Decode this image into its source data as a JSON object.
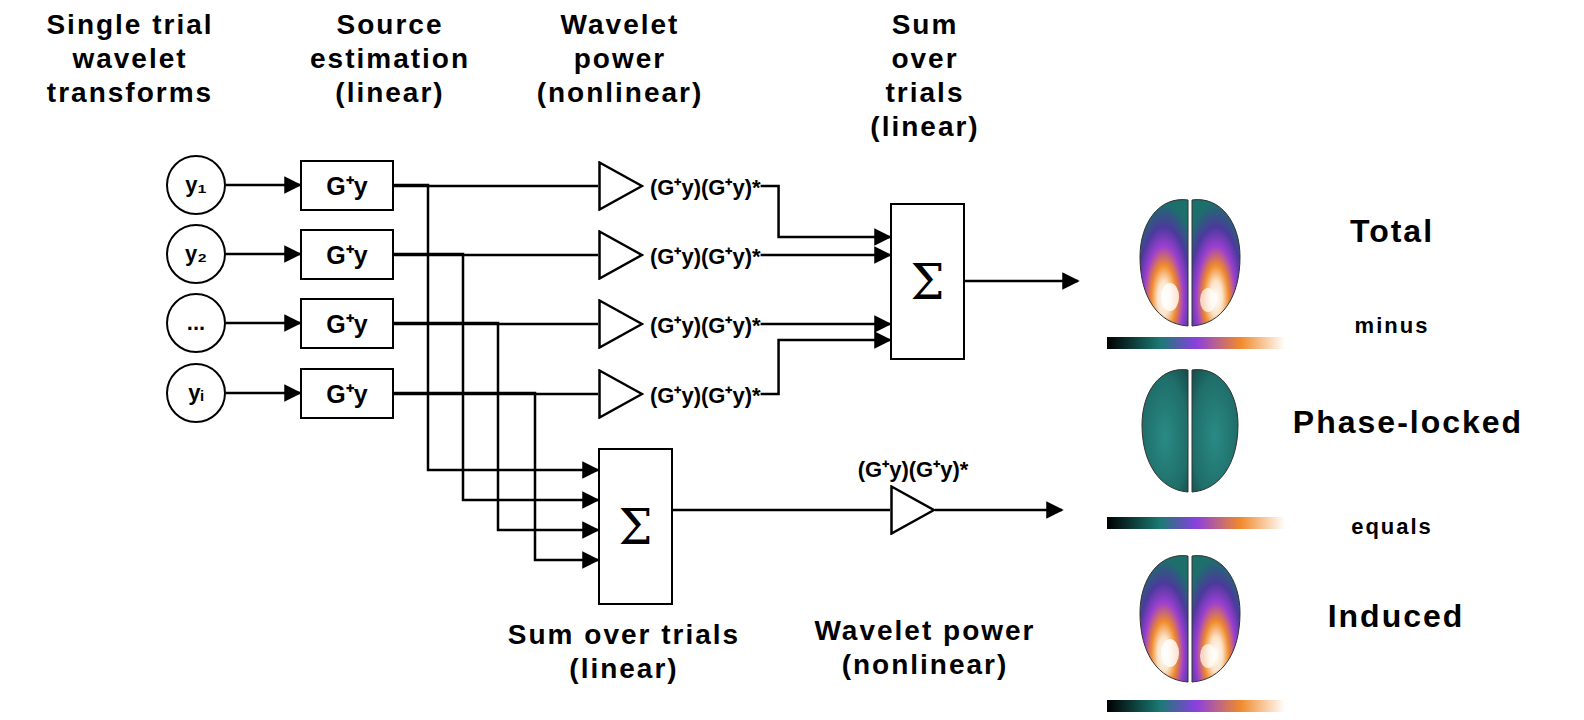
{
  "diagram": {
    "nodes": [
      {
        "text": [
          "y₁"
        ]
      },
      {
        "text": [
          "y₂"
        ]
      },
      {
        "text": [
          "..."
        ]
      },
      {
        "text": [
          "yᵢ"
        ]
      },
      {
        "text": [
          "G⁺y"
        ]
      },
      {
        "text": [
          "G⁺y"
        ]
      },
      {
        "text": [
          "G⁺y"
        ]
      },
      {
        "text": [
          "G⁺y"
        ]
      },
      {
        "text": [
          "(G⁺y)(G⁺y)*"
        ]
      },
      {
        "text": [
          "(G⁺y)(G⁺y)*"
        ]
      },
      {
        "text": [
          "(G⁺y)(G⁺y)*"
        ]
      },
      {
        "text": [
          "(G⁺y)(G⁺y)*"
        ]
      },
      {
        "text": [
          "Σ"
        ]
      },
      {
        "text": [
          "Σ"
        ]
      },
      {
        "text": [
          "(G⁺y)(G⁺y)*"
        ]
      }
    ],
    "edges": [
      {
        "from": 0,
        "to": 4,
        "arrow": "to"
      },
      {
        "from": 1,
        "to": 5,
        "arrow": "to"
      },
      {
        "from": 2,
        "to": 6,
        "arrow": "to"
      },
      {
        "from": 3,
        "to": 7,
        "arrow": "to"
      },
      {
        "from": 4,
        "to": 8,
        "arrow": "none"
      },
      {
        "from": 5,
        "to": 9,
        "arrow": "none"
      },
      {
        "from": 6,
        "to": 10,
        "arrow": "none"
      },
      {
        "from": 7,
        "to": 11,
        "arrow": "none"
      },
      {
        "from": 8,
        "to": 12,
        "arrow": "to"
      },
      {
        "from": 9,
        "to": 12,
        "arrow": "to"
      },
      {
        "from": 10,
        "to": 12,
        "arrow": "to"
      },
      {
        "from": 11,
        "to": 12,
        "arrow": "to"
      },
      {
        "from": 4,
        "to": 13,
        "arrow": "to"
      },
      {
        "from": 5,
        "to": 13,
        "arrow": "to"
      },
      {
        "from": 6,
        "to": 13,
        "arrow": "to"
      },
      {
        "from": 7,
        "to": 13,
        "arrow": "to"
      },
      {
        "from": 13,
        "to": 14,
        "arrow": "none"
      }
    ],
    "labels": [
      "Single trial wavelet transforms",
      "Source estimation (linear)",
      "Wavelet power (nonlinear)",
      "Sum over trials (linear)",
      "Total",
      "minus",
      "Phase-locked",
      "equals",
      "Induced",
      "Sum over trials (linear)",
      "Wavelet power (nonlinear)"
    ]
  }
}
